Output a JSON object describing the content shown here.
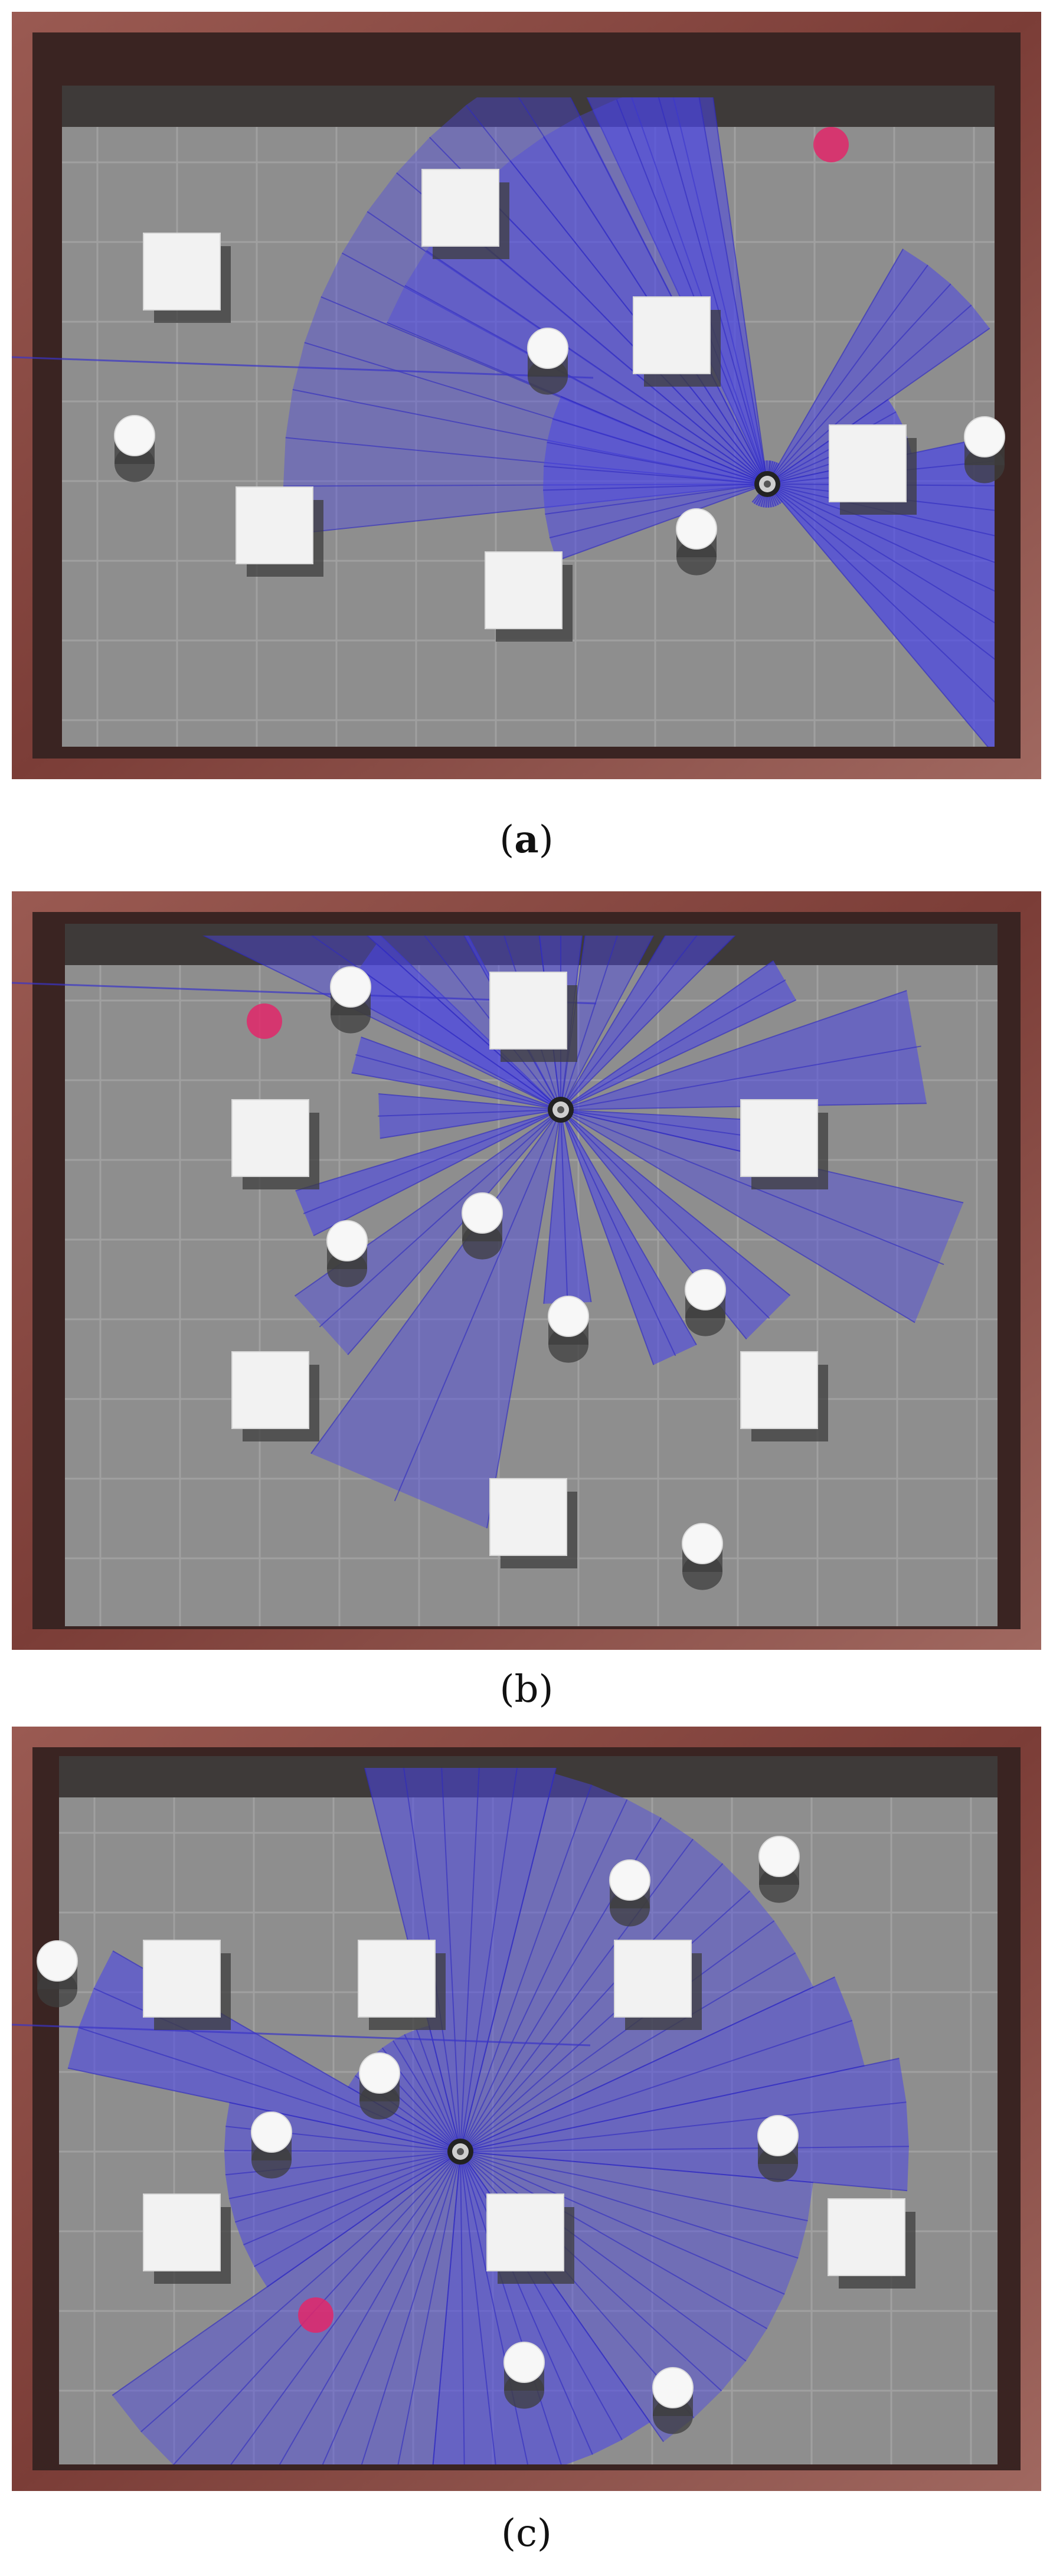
{
  "figure": {
    "panels": [
      {
        "id": "a",
        "caption_open": "(",
        "caption_letter": "a",
        "caption_close": ")",
        "caption_bold": true,
        "robot": [
          1300,
          820
        ],
        "goal": [
          1408,
          245
        ],
        "laser": "wedges",
        "boxes": [
          [
            780,
            352
          ],
          [
            308,
            460
          ],
          [
            1138,
            568
          ],
          [
            465,
            890
          ],
          [
            887,
            1000
          ],
          [
            1470,
            785
          ]
        ],
        "cylinders": [
          [
            928,
            590
          ],
          [
            228,
            738
          ],
          [
            1180,
            896
          ],
          [
            1668,
            740
          ]
        ],
        "wedges": [
          [
            -96,
            -27,
            820,
            0.4
          ],
          [
            -25,
            -8,
            820,
            0.55
          ],
          [
            -8,
            6,
            40,
            0.55
          ],
          [
            8,
            30,
            40,
            0.55
          ],
          [
            30,
            55,
            460,
            0.55
          ],
          [
            55,
            78,
            250,
            0.65
          ],
          [
            78,
            140,
            600,
            0.72
          ],
          [
            140,
            220,
            40,
            0.5
          ],
          [
            250,
            293,
            380,
            0.55
          ],
          [
            293,
            350,
            700,
            0.4
          ]
        ]
      },
      {
        "id": "b",
        "caption_open": "(",
        "caption_letter": "b",
        "caption_close": ")",
        "caption_bold": false,
        "robot": [
          950,
          1880
        ],
        "goal": [
          448,
          1730
        ],
        "laser": "rays",
        "boxes": [
          [
            895,
            1712
          ],
          [
            458,
            1928
          ],
          [
            1320,
            1928
          ],
          [
            458,
            2355
          ],
          [
            1320,
            2355
          ],
          [
            895,
            2570
          ]
        ],
        "cylinders": [
          [
            594,
            1672
          ],
          [
            817,
            2055
          ],
          [
            588,
            2102
          ],
          [
            963,
            2230
          ],
          [
            1195,
            2185
          ],
          [
            1190,
            2615
          ]
        ],
        "rays": [
          [
            -55,
            800,
            0.45,
            18
          ],
          [
            -38,
            640,
            0.45,
            20
          ],
          [
            -18,
            640,
            0.45,
            22
          ],
          [
            0,
            340,
            0.55,
            14
          ],
          [
            18,
            660,
            0.45,
            20
          ],
          [
            38,
            500,
            0.55,
            14
          ],
          [
            60,
            440,
            0.6,
            10
          ],
          [
            80,
            620,
            0.55,
            18
          ],
          [
            98,
            380,
            0.6,
            10
          ],
          [
            112,
            700,
            0.45,
            18
          ],
          [
            135,
            500,
            0.55,
            12
          ],
          [
            155,
            460,
            0.6,
            10
          ],
          [
            178,
            330,
            0.6,
            14
          ],
          [
            203,
            720,
            0.45,
            26
          ],
          [
            228,
            550,
            0.45,
            14
          ],
          [
            248,
            470,
            0.6,
            10
          ],
          [
            268,
            310,
            0.6,
            14
          ],
          [
            285,
            360,
            0.6,
            10
          ],
          [
            305,
            420,
            0.55,
            14
          ]
        ]
      },
      {
        "id": "c",
        "caption_open": "(",
        "caption_letter": "c",
        "caption_close": ")",
        "caption_bold": false,
        "robot": [
          780,
          3645
        ],
        "goal": [
          535,
          3922
        ],
        "laser": "wedges",
        "boxes": [
          [
            308,
            3352
          ],
          [
            672,
            3352
          ],
          [
            1106,
            3352
          ],
          [
            308,
            3782
          ],
          [
            890,
            3782
          ],
          [
            1468,
            3790
          ]
        ],
        "cylinders": [
          [
            1320,
            3145
          ],
          [
            1067,
            3185
          ],
          [
            97,
            3322
          ],
          [
            643,
            3512
          ],
          [
            460,
            3612
          ],
          [
            1318,
            3618
          ],
          [
            888,
            4002
          ],
          [
            1140,
            4045
          ]
        ],
        "wedges": [
          [
            -14,
            14,
            700,
            0.55
          ],
          [
            14,
            65,
            660,
            0.45
          ],
          [
            65,
            78,
            700,
            0.55
          ],
          [
            78,
            95,
            760,
            0.55
          ],
          [
            95,
            145,
            600,
            0.45
          ],
          [
            145,
            185,
            560,
            0.6
          ],
          [
            185,
            235,
            720,
            0.45
          ],
          [
            235,
            282,
            400,
            0.55
          ],
          [
            282,
            300,
            680,
            0.6
          ],
          [
            300,
            346,
            220,
            0.55
          ]
        ]
      }
    ]
  }
}
